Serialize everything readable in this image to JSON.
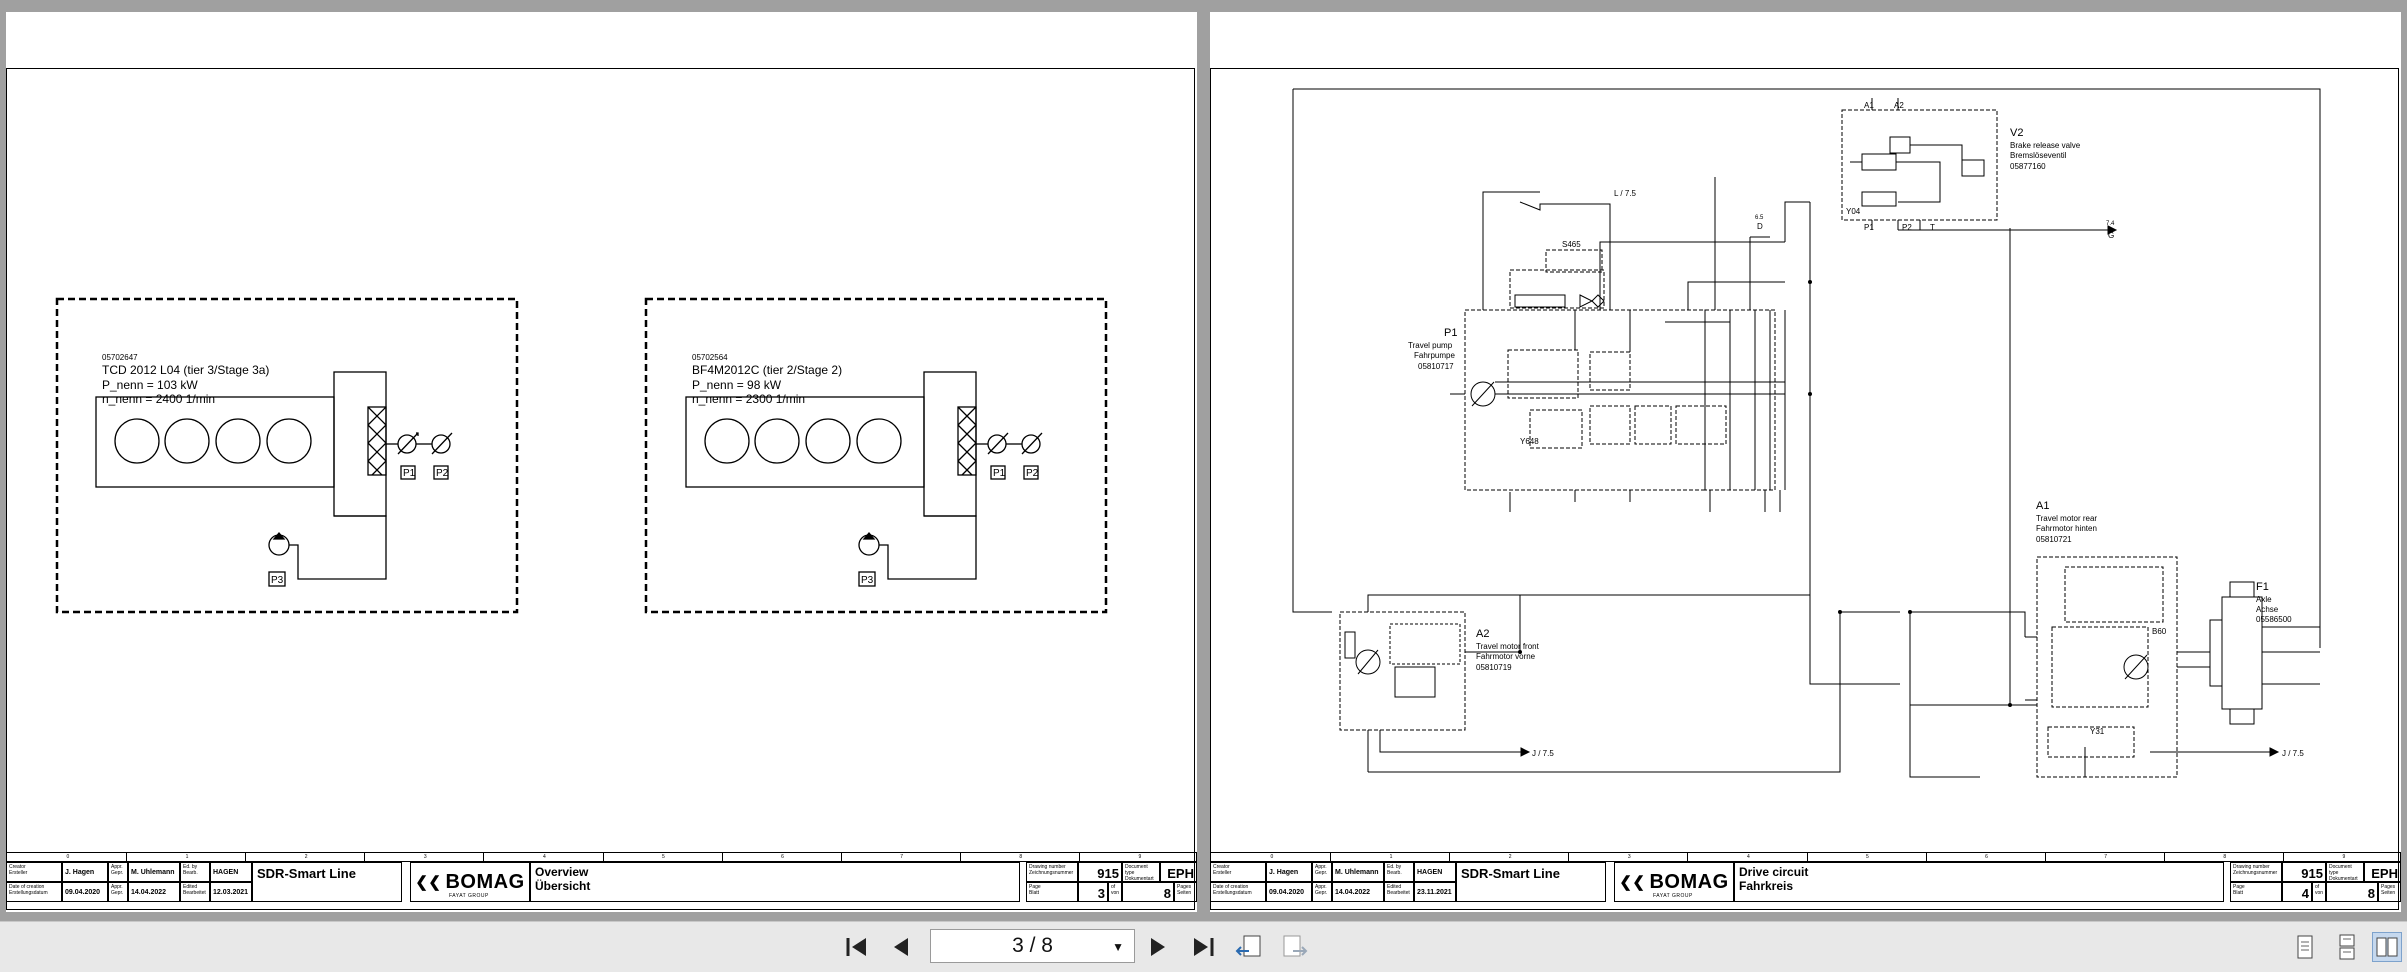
{
  "left_page": {
    "engines": [
      {
        "part_no": "05702647",
        "model": "TCD 2012 L04 (tier 3/Stage 3a)",
        "power": "P_nenn = 103 kW",
        "speed": "n_nenn = 2400 1/min",
        "pumps": [
          "P1",
          "P2",
          "P3"
        ]
      },
      {
        "part_no": "05702564",
        "model": "BF4M2012C (tier 2/Stage 2)",
        "power": "P_nenn = 98 kW",
        "speed": "n_nenn = 2300 1/min",
        "pumps": [
          "P1",
          "P2",
          "P3"
        ]
      }
    ],
    "title_block": {
      "creator_lbl": "Creator\nErsteller",
      "creator": "J. Hagen",
      "appr_lbl": "Appr.\nGepr.",
      "approver": "M. Uhlemann",
      "ed_lbl": "Ed. by\nBearb.",
      "editor": "HAGEN",
      "date_created_lbl": "Date of creation\nErstellungsdatum",
      "date_created": "09.04.2020",
      "appr_date_lbl": "Appr.\nGepr.",
      "appr_date": "14.04.2022",
      "edited_lbl": "Edited\nBearbeitet",
      "edited_date": "12.03.2021",
      "project": "SDR-Smart Line",
      "brand": "BOMAG",
      "brand_sub": "FAYAT GROUP",
      "title_en": "Overview",
      "title_de": "Übersicht",
      "drawing_no_lbl": "Drawing number\nZeichnungsnummer",
      "drawing_no": "915",
      "doc_lbl": "Document type\nDokumentart",
      "doc_type": "EPH",
      "page_lbl": "Page\nBlatt",
      "page": "3",
      "of_lbl": "of\nvon",
      "pages_lbl": "Pages\nSeiten",
      "pages": "8"
    },
    "grid": [
      "0",
      "1",
      "2",
      "3",
      "4",
      "5",
      "6",
      "7",
      "8",
      "9"
    ]
  },
  "right_page": {
    "components": {
      "v2": {
        "tag": "V2",
        "name_en": "Brake release valve",
        "name_de": "Bremslöseventil",
        "part_no": "05877160"
      },
      "p1": {
        "tag": "P1",
        "name_en": "Travel pump",
        "name_de": "Fahrpumpe",
        "part_no": "05810717"
      },
      "a1": {
        "tag": "A1",
        "name_en": "Travel motor rear",
        "name_de": "Fahrmotor hinten",
        "part_no": "05810721"
      },
      "a2": {
        "tag": "A2",
        "name_en": "Travel motor front",
        "name_de": "Fahrmotor vorne",
        "part_no": "05810719"
      },
      "f1": {
        "tag": "F1",
        "name_en": "Axle",
        "name_de": "Achse",
        "part_no": "05586500"
      }
    },
    "labels": {
      "s465": "S465",
      "y648": "Y648",
      "y31": "Y31",
      "b60": "B60",
      "y04": "Y04",
      "a1_port": "A1",
      "a2_port": "A2",
      "p1_port": "P1",
      "p2_port": "P2",
      "t_port": "T",
      "l_ref": "L / 7.5",
      "j_ref_1": "J / 7.5",
      "j_ref_2": "J / 7.5",
      "d_ref_num": "6.5",
      "d_ref": "D",
      "g_ref_num": "7.4",
      "g_ref": "G"
    },
    "title_block": {
      "creator_lbl": "Creator\nErsteller",
      "creator": "J. Hagen",
      "appr_lbl": "Appr.\nGepr.",
      "approver": "M. Uhlemann",
      "ed_lbl": "Ed. by\nBearb.",
      "editor": "HAGEN",
      "date_created_lbl": "Date of creation\nErstellungsdatum",
      "date_created": "09.04.2020",
      "appr_date_lbl": "Appr.\nGepr.",
      "appr_date": "14.04.2022",
      "edited_lbl": "Edited\nBearbeitet",
      "edited_date": "23.11.2021",
      "project": "SDR-Smart Line",
      "brand": "BOMAG",
      "brand_sub": "FAYAT GROUP",
      "title_en": "Drive circuit",
      "title_de": "Fahrkreis",
      "drawing_no_lbl": "Drawing number\nZeichnungsnummer",
      "drawing_no": "915",
      "doc_lbl": "Document type\nDokumentart",
      "doc_type": "EPH",
      "page_lbl": "Page\nBlatt",
      "page": "4",
      "of_lbl": "of\nvon",
      "pages_lbl": "Pages\nSeiten",
      "pages": "8"
    },
    "grid": [
      "0",
      "1",
      "2",
      "3",
      "4",
      "5",
      "6",
      "7",
      "8",
      "9"
    ]
  },
  "toolbar": {
    "first_icon": "first-page-icon",
    "prev_icon": "previous-page-icon",
    "page_indicator": "3 / 8",
    "next_icon": "next-page-icon",
    "last_icon": "last-page-icon",
    "rotate_ccw_icon": "rotate-counterclockwise-icon",
    "rotate_cw_icon": "rotate-clockwise-icon",
    "single_page_icon": "single-page-icon",
    "continuous_icon": "continuous-page-icon",
    "two_page_icon": "two-page-icon"
  },
  "colors": {
    "background": "#a0a0a0",
    "page": "#ffffff",
    "toolbar": "#e8e8e8",
    "active_view": "#c5d8ee"
  }
}
